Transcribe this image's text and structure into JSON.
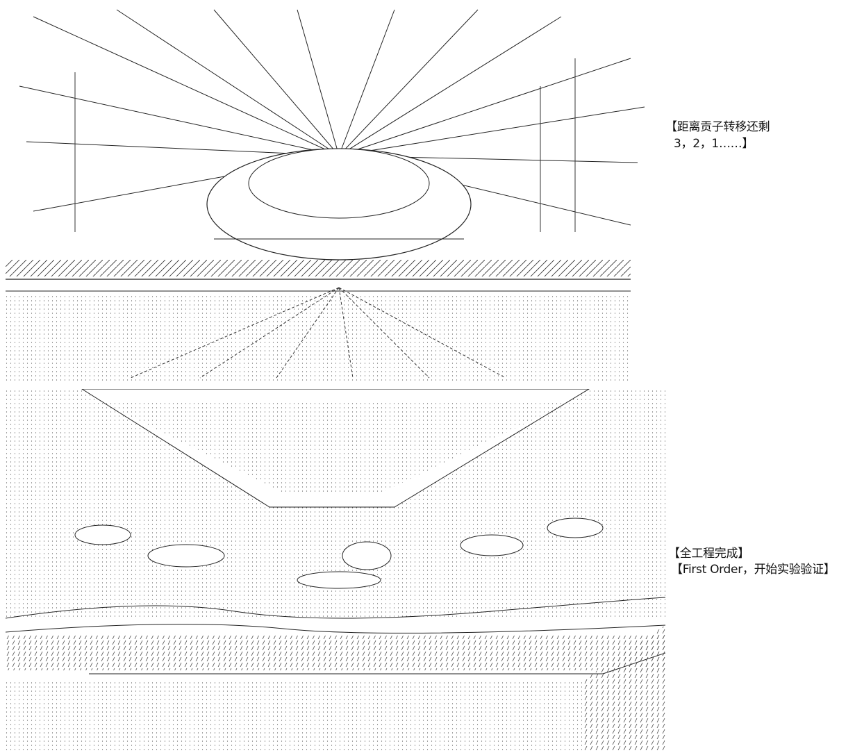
{
  "captions": {
    "countdown_title": "【距离贡子转移还剩",
    "countdown_values": "3，2，1……】",
    "status_title": "【全工程完成】",
    "status_detail": "【First Order，开始实验验证】"
  },
  "colors": {
    "background": "#ffffff",
    "ink": "#111111",
    "dots": "#555555"
  },
  "icons": {
    "top_art": "ascii-art-sunrise-scene",
    "bottom_art": "ascii-art-valley-landscape"
  }
}
